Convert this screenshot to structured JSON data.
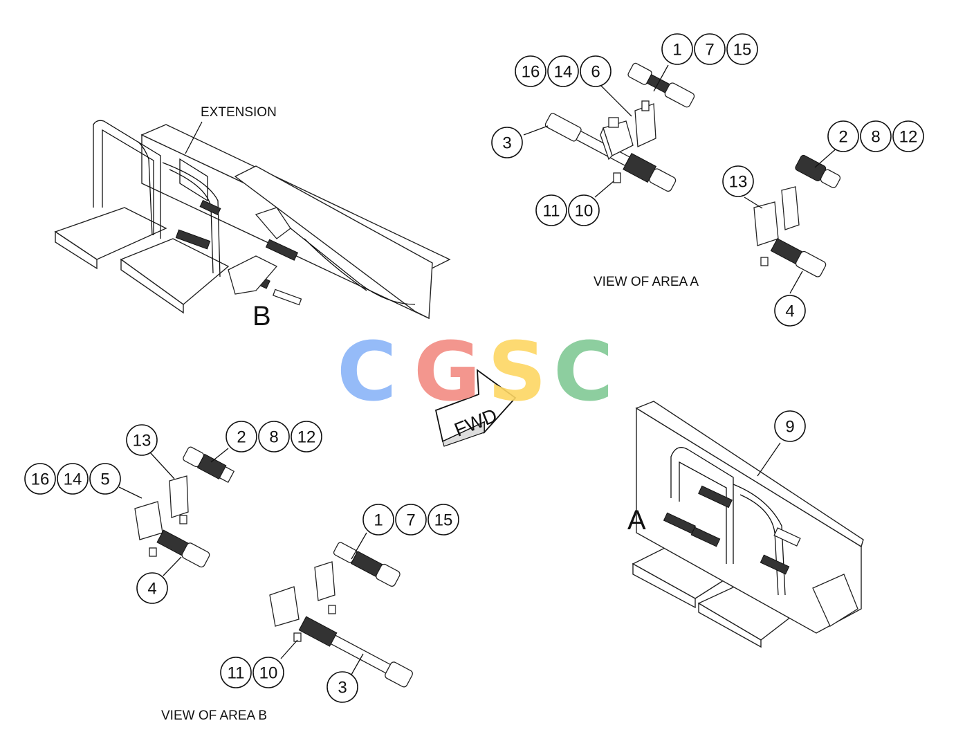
{
  "captions": {
    "extension": "EXTENSION",
    "view_a": "VIEW OF AREA A",
    "view_b": "VIEW OF AREA B",
    "area_a_letter": "A",
    "area_b_letter": "B",
    "fwd": "FWD"
  },
  "watermark": {
    "letters": [
      "C",
      "G",
      "S",
      "C"
    ],
    "colors": [
      "#8ab4f8",
      "#f28b82",
      "#fdd663",
      "#81c995"
    ]
  },
  "callouts": {
    "view_a": [
      {
        "numbers": [
          "1",
          "7",
          "15"
        ]
      },
      {
        "numbers": [
          "16",
          "14",
          "6"
        ]
      },
      {
        "numbers": [
          "3"
        ]
      },
      {
        "numbers": [
          "2",
          "8",
          "12"
        ]
      },
      {
        "numbers": [
          "13"
        ]
      },
      {
        "numbers": [
          "11",
          "10"
        ]
      },
      {
        "numbers": [
          "4"
        ]
      }
    ],
    "view_b": [
      {
        "numbers": [
          "13"
        ]
      },
      {
        "numbers": [
          "2",
          "8",
          "12"
        ]
      },
      {
        "numbers": [
          "16",
          "14",
          "5"
        ]
      },
      {
        "numbers": [
          "1",
          "7",
          "15"
        ]
      },
      {
        "numbers": [
          "4"
        ]
      },
      {
        "numbers": [
          "11",
          "10"
        ]
      },
      {
        "numbers": [
          "3"
        ]
      }
    ],
    "area_a_overview": [
      {
        "numbers": [
          "9"
        ]
      }
    ]
  }
}
